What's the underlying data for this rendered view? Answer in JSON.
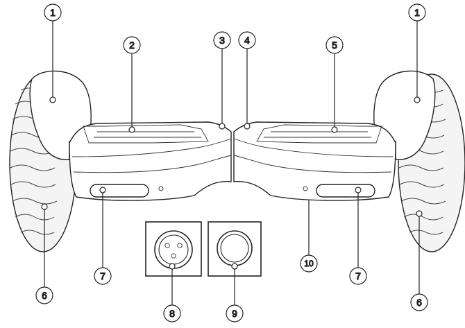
{
  "callouts": [
    {
      "id": "c1a",
      "label": "1"
    },
    {
      "id": "c1b",
      "label": "1"
    },
    {
      "id": "c2",
      "label": "2"
    },
    {
      "id": "c3",
      "label": "3"
    },
    {
      "id": "c4",
      "label": "4"
    },
    {
      "id": "c5",
      "label": "5"
    },
    {
      "id": "c6a",
      "label": "6"
    },
    {
      "id": "c6b",
      "label": "6"
    },
    {
      "id": "c7a",
      "label": "7"
    },
    {
      "id": "c7b",
      "label": "7"
    },
    {
      "id": "c8",
      "label": "8"
    },
    {
      "id": "c9",
      "label": "9"
    },
    {
      "id": "c10",
      "label": "10"
    }
  ]
}
